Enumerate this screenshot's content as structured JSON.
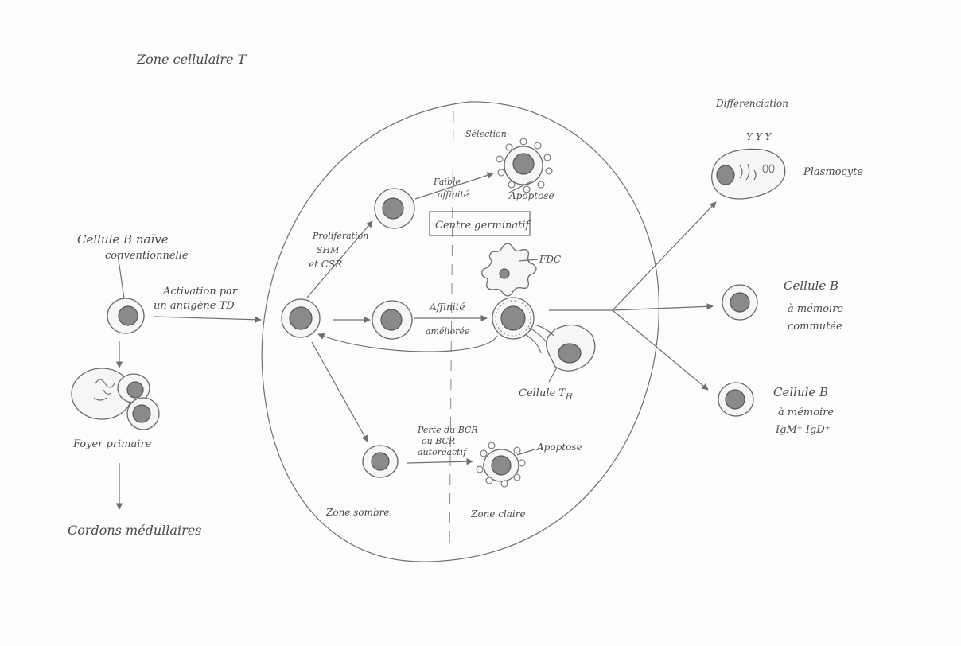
{
  "labels": {
    "zone_t": "Zone cellulaire T",
    "naive_cell_1": "Cellule B naïve",
    "naive_cell_2": "conventionnelle",
    "activation_1": "Activation par",
    "activation_2": "un antigène TD",
    "foyer": "Foyer primaire",
    "cordons": "Cordons médullaires",
    "prolif_1": "Prolifération",
    "prolif_2": "SHM",
    "prolif_3": "et CSR",
    "selection": "Sélection",
    "faible_1": "Faible",
    "faible_2": "affinité",
    "apoptose_top": "Apoptose",
    "centre": "Centre germinatif",
    "fdc": "FDC",
    "affinite_1": "Affinité",
    "affinite_2": "améliorée",
    "cellule_th": "Cellule T",
    "th_sub": "H",
    "perte_1": "Perte du BCR",
    "perte_2": "ou BCR",
    "perte_3": "autoréactif",
    "apoptose_bottom": "Apoptose",
    "zone_sombre": "Zone sombre",
    "zone_claire": "Zone claire",
    "differenciation": "Différenciation",
    "plasmocyte": "Plasmocyte",
    "memoire_comm_1": "Cellule B",
    "memoire_comm_2": "à mémoire",
    "memoire_comm_3": "commutée",
    "memoire_igm_1": "Cellule B",
    "memoire_igm_2": "à mémoire",
    "memoire_igm_3": "IgM⁺  IgD⁺"
  }
}
